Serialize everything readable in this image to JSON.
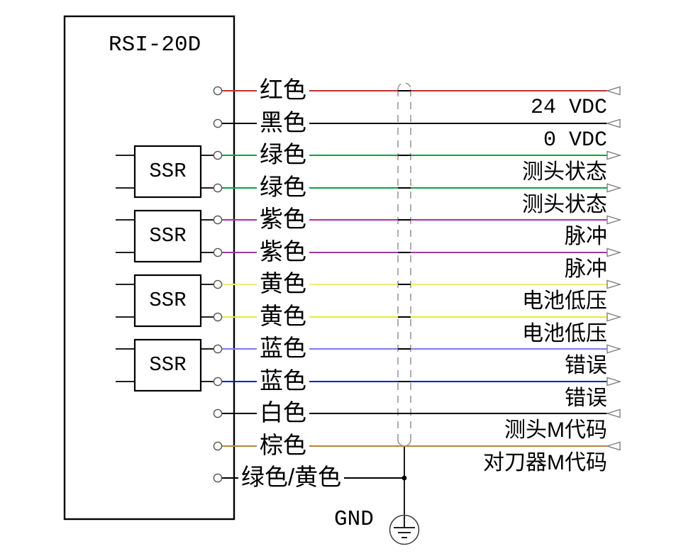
{
  "device": {
    "title": "RSI-20D",
    "relay_label": "SSR"
  },
  "ground": {
    "label": "GND"
  },
  "palette": {
    "line_black": "#000000",
    "shield_gray": "#999999",
    "arrow_gray": "#7f7f7f",
    "terminal_gray": "#555555",
    "background": "#ffffff"
  },
  "wires": [
    {
      "color_label": "红色",
      "color": "#b93434",
      "signal_label": "24 VDC",
      "direction": "in",
      "ssr": false
    },
    {
      "color_label": "黑色",
      "color": "#000000",
      "signal_label": "0 VDC",
      "direction": "in",
      "ssr": false
    },
    {
      "color_label": "绿色",
      "color": "#169b4b",
      "signal_label": "测头状态",
      "direction": "out",
      "ssr": true
    },
    {
      "color_label": "绿色",
      "color": "#169b4b",
      "signal_label": "测头状态",
      "direction": "out",
      "ssr": true
    },
    {
      "color_label": "紫色",
      "color": "#9b38a0",
      "signal_label": "脉冲",
      "direction": "out",
      "ssr": true
    },
    {
      "color_label": "紫色",
      "color": "#9b38a0",
      "signal_label": "脉冲",
      "direction": "out",
      "ssr": true
    },
    {
      "color_label": "黄色",
      "color": "#efef70",
      "signal_label": "电池低压",
      "direction": "out",
      "ssr": true
    },
    {
      "color_label": "黄色",
      "color": "#e8e836",
      "signal_label": "电池低压",
      "direction": "out",
      "ssr": true
    },
    {
      "color_label": "蓝色",
      "color": "#7b7be8",
      "signal_label": "错误",
      "direction": "out",
      "ssr": true
    },
    {
      "color_label": "蓝色",
      "color": "#1a1ad0",
      "signal_label": "错误",
      "direction": "out",
      "ssr": true
    },
    {
      "color_label": "白色",
      "color": "#000000",
      "signal_label": "测头M代码",
      "direction": "in",
      "ssr": false
    },
    {
      "color_label": "棕色",
      "color": "#b5883a",
      "signal_label": "对刀器M代码",
      "direction": "in",
      "ssr": false
    },
    {
      "color_label": "绿色/黄色",
      "color": "#000000",
      "signal_label": "",
      "direction": "ground",
      "ssr": false
    }
  ]
}
